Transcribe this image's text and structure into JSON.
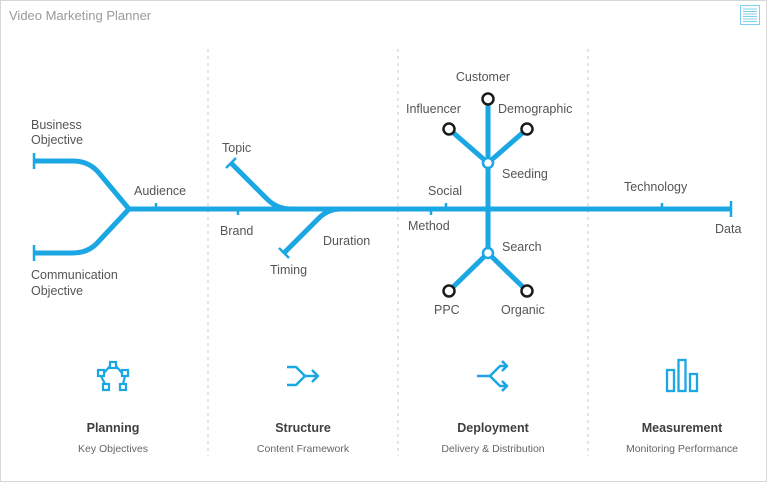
{
  "title": "Video Marketing Planner",
  "colors": {
    "accent": "#1aa7e4",
    "divider": "#c8c8c8",
    "text": "#555555"
  },
  "labels": {
    "business_objective_1": "Business",
    "business_objective_2": "Objective",
    "communication_objective_1": "Communication",
    "communication_objective_2": "Objective",
    "audience": "Audience",
    "topic": "Topic",
    "brand": "Brand",
    "timing": "Timing",
    "duration": "Duration",
    "customer": "Customer",
    "influencer": "Influencer",
    "demographic": "Demographic",
    "seeding": "Seeding",
    "social": "Social",
    "method": "Method",
    "search": "Search",
    "ppc": "PPC",
    "organic": "Organic",
    "technology": "Technology",
    "data": "Data"
  },
  "stages": [
    {
      "icon": "flow-network-icon",
      "title": "Planning",
      "subtitle": "Key Objectives"
    },
    {
      "icon": "merge-arrow-icon",
      "title": "Structure",
      "subtitle": "Content Framework"
    },
    {
      "icon": "split-arrow-icon",
      "title": "Deployment",
      "subtitle": "Delivery & Distribution"
    },
    {
      "icon": "bar-chart-icon",
      "title": "Measurement",
      "subtitle": "Monitoring Performance"
    }
  ]
}
